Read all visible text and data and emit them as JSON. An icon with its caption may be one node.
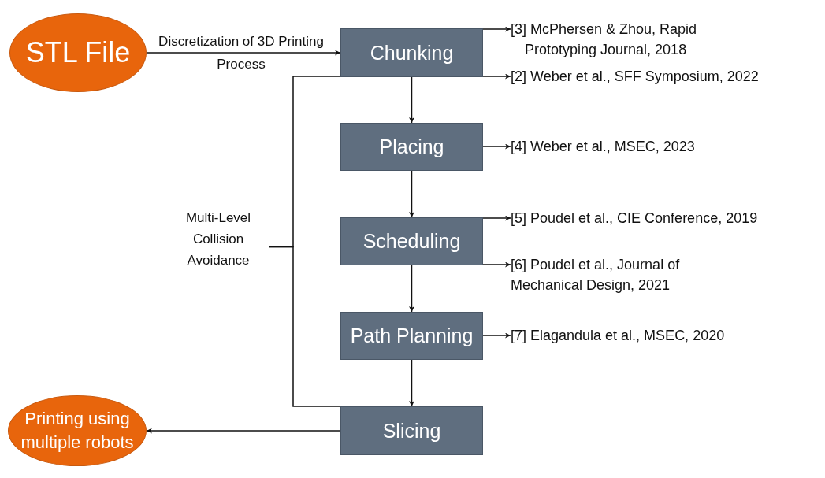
{
  "diagram": {
    "nodes": [
      {
        "text": [
          "STL File"
        ]
      },
      {
        "text": [
          "Chunking"
        ]
      },
      {
        "text": [
          "Placing"
        ]
      },
      {
        "text": [
          "Scheduling"
        ]
      },
      {
        "text": [
          "Path Planning"
        ]
      },
      {
        "text": [
          "Slicing"
        ]
      },
      {
        "text": [
          "Printing using multiple robots"
        ]
      },
      {
        "text": [
          "Multi-Level Collision Avoidance"
        ]
      },
      {
        "text": [
          "[3] McPhersen & Zhou, Rapid Prototyping Journal, 2018"
        ]
      },
      {
        "text": [
          "[2] Weber et al., SFF Symposium, 2022"
        ]
      },
      {
        "text": [
          "[4] Weber et al., MSEC, 2023"
        ]
      },
      {
        "text": [
          "[5] Poudel et al., CIE Conference, 2019"
        ]
      },
      {
        "text": [
          "[6] Poudel et al., Journal of Mechanical Design, 2021"
        ]
      },
      {
        "text": [
          "[7] Elagandula et al., MSEC, 2020"
        ]
      }
    ],
    "edges": [
      {
        "from": 0,
        "to": 1,
        "arrow": "to",
        "label": "Discretization of 3D Printing Process"
      },
      {
        "from": 1,
        "to": 2,
        "arrow": "to"
      },
      {
        "from": 2,
        "to": 3,
        "arrow": "to"
      },
      {
        "from": 3,
        "to": 4,
        "arrow": "to"
      },
      {
        "from": 4,
        "to": 5,
        "arrow": "to"
      },
      {
        "from": 5,
        "to": 6,
        "arrow": "to"
      },
      {
        "from": 1,
        "to": 8,
        "arrow": "to"
      },
      {
        "from": 1,
        "to": 9,
        "arrow": "to"
      },
      {
        "from": 2,
        "to": 10,
        "arrow": "to"
      },
      {
        "from": 3,
        "to": 11,
        "arrow": "to"
      },
      {
        "from": 3,
        "to": 12,
        "arrow": "to"
      },
      {
        "from": 4,
        "to": 13,
        "arrow": "to"
      },
      {
        "from": 7,
        "to": 1,
        "arrow": "none"
      },
      {
        "from": 7,
        "to": 5,
        "arrow": "none"
      }
    ]
  }
}
